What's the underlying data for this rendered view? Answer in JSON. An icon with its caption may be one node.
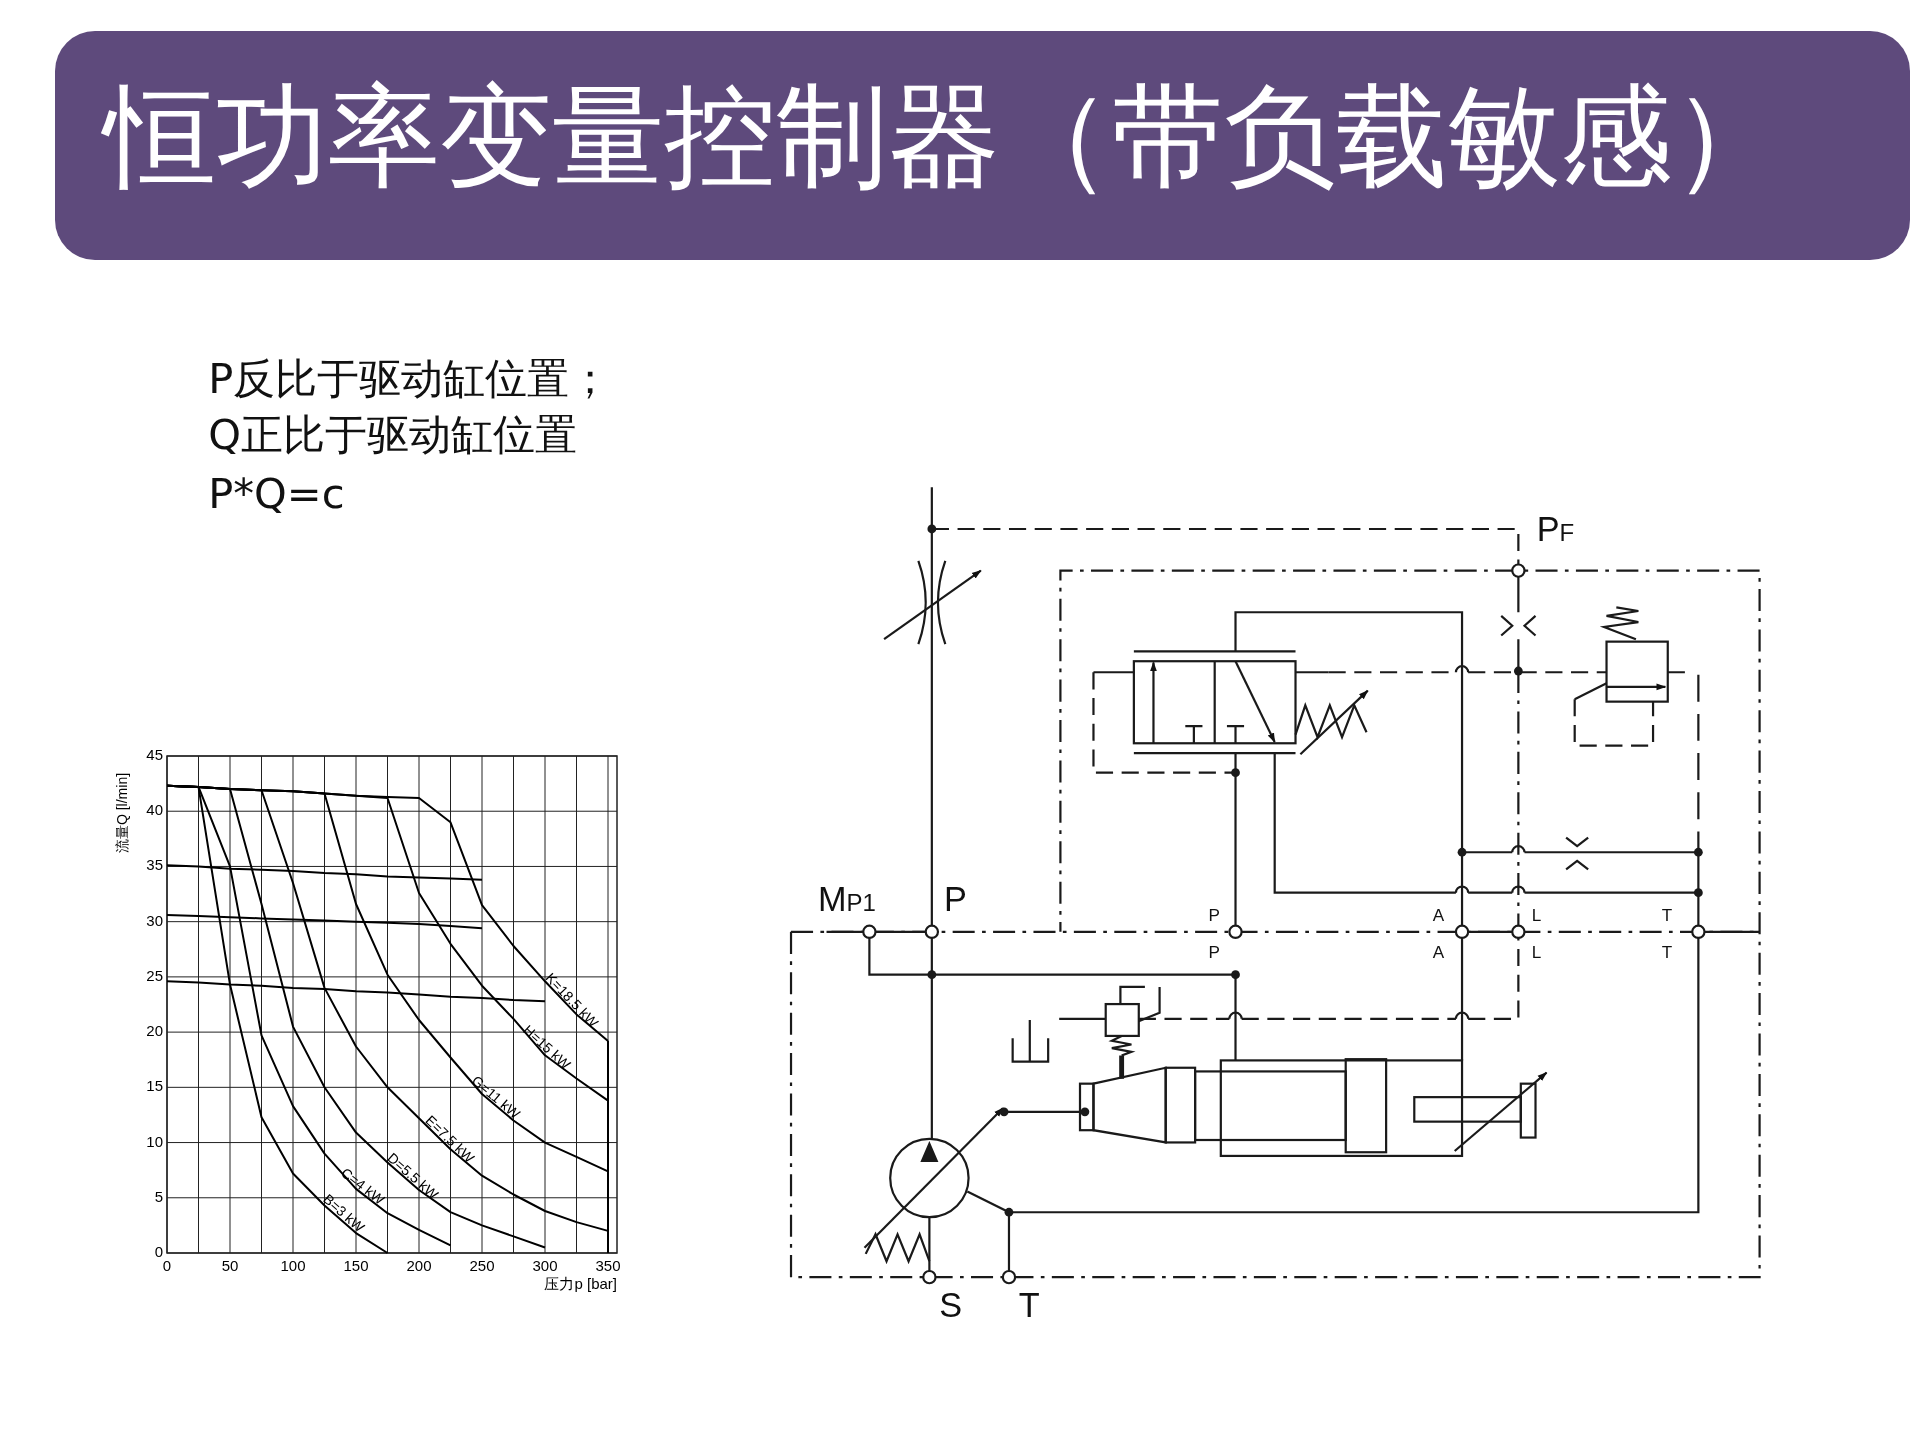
{
  "diagram": {
    "title": "恒功率变量控制器（带负载敏感）",
    "labels": [
      "P反比于驱动缸位置；",
      "Q正比于驱动缸位置",
      "P*Q=c",
      "P$_{F}$",
      "M$_{P1}$",
      "P",
      "P",
      "A",
      "L",
      "T",
      "P",
      "A",
      "L",
      "T",
      "S",
      "T"
    ],
    "chart_data": {
      "type": "line",
      "xlabel": "压力p [bar]",
      "ylabel": "流量Q [l/min]",
      "x": [
        0,
        25,
        50,
        75,
        100,
        125,
        150,
        175,
        200,
        225,
        250,
        275,
        300,
        325,
        350
      ],
      "xlim": [
        0,
        350
      ],
      "ylim": [
        0,
        45
      ],
      "grid": true,
      "xticks": [
        0,
        50,
        100,
        150,
        200,
        250,
        300,
        350
      ],
      "yticks": [
        0,
        5,
        10,
        15,
        20,
        25,
        30,
        35,
        40,
        45
      ],
      "series": [
        {
          "name": "B=3 kW",
          "color": "#000000",
          "values": [
            42.3,
            42.2,
            24.3,
            12.3,
            7.2,
            4.3,
            1.8,
            0,
            null,
            null,
            null,
            null,
            null,
            null,
            null
          ]
        },
        {
          "name": "C=4 kW",
          "color": "#000000",
          "values": [
            42.3,
            42.2,
            35,
            19.7,
            13.3,
            9,
            5.8,
            3.6,
            2.1,
            0.7,
            null,
            null,
            null,
            null,
            null
          ]
        },
        {
          "name": "D=5.5 kW",
          "color": "#000000",
          "values": [
            42.3,
            42.2,
            42,
            31.6,
            20.5,
            15,
            10.9,
            8.2,
            5.7,
            3.7,
            2.5,
            1.5,
            0.5,
            null,
            null
          ]
        },
        {
          "name": "E=7.5 kW",
          "color": "#000000",
          "values": [
            42.3,
            42.2,
            42,
            41.9,
            33.5,
            24,
            18.7,
            15,
            12.2,
            9.4,
            7,
            5.3,
            3.8,
            2.8,
            2
          ]
        },
        {
          "name": "G=11 kW",
          "color": "#000000",
          "values": [
            42.3,
            42.2,
            42,
            41.9,
            41.8,
            41.6,
            31.6,
            25.2,
            21.1,
            17.7,
            14.4,
            12,
            10,
            8.7,
            7.4
          ]
        },
        {
          "name": "H=15 kW",
          "color": "#000000",
          "values": [
            42.3,
            42.2,
            42,
            41.9,
            41.8,
            41.6,
            41.4,
            41.2,
            32.6,
            28,
            24.2,
            21.2,
            17.9,
            15.8,
            13.8
          ]
        },
        {
          "name": "K=18.5 kW",
          "color": "#000000",
          "values": [
            42.3,
            42.2,
            42,
            41.9,
            41.8,
            41.6,
            41.4,
            41.3,
            41.2,
            39,
            31.5,
            27.8,
            24.6,
            21.6,
            19.2
          ]
        },
        {
          "color": "#000000",
          "values": [
            35.1,
            35,
            34.8,
            34.7,
            34.6,
            34.4,
            34.3,
            34.1,
            34,
            33.9,
            33.8,
            null,
            null,
            null,
            null
          ]
        },
        {
          "color": "#000000",
          "values": [
            30.6,
            30.5,
            30.4,
            30.3,
            30.2,
            30.1,
            30,
            29.9,
            29.8,
            29.6,
            29.4,
            null,
            null,
            null,
            null
          ]
        },
        {
          "color": "#000000",
          "values": [
            24.6,
            24.5,
            24.3,
            24.2,
            24,
            23.9,
            23.7,
            23.6,
            23.4,
            23.2,
            23.1,
            22.9,
            22.8,
            null,
            null
          ]
        }
      ]
    }
  }
}
